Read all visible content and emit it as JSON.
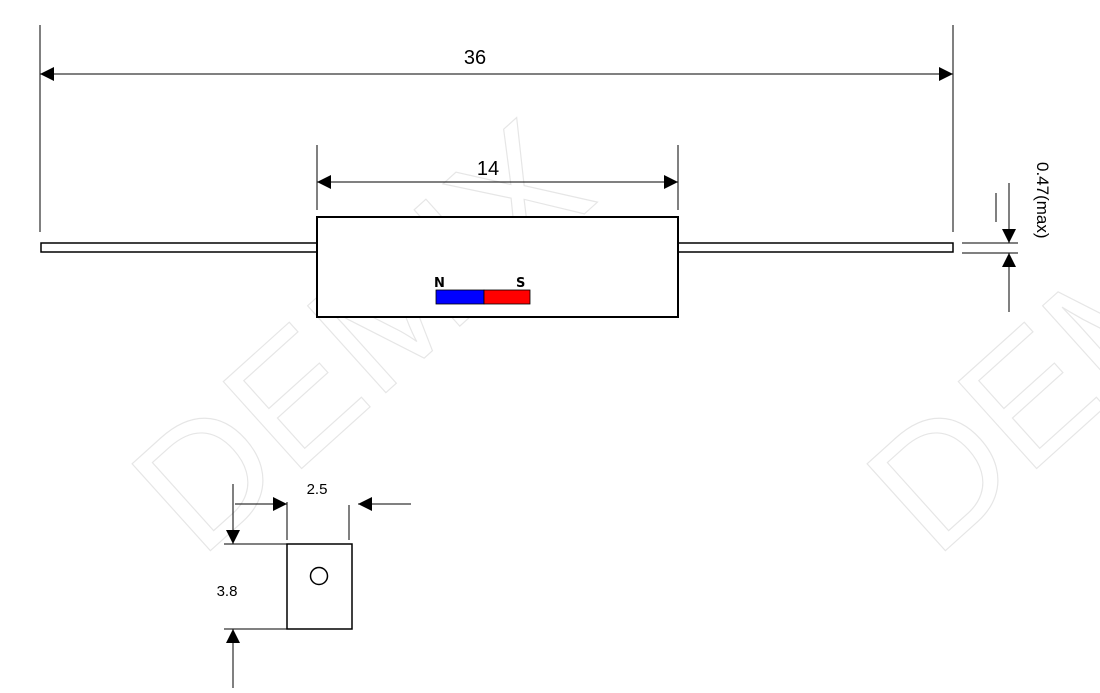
{
  "dimensions": {
    "overall_length": "36",
    "body_length": "14",
    "lead_diameter": "0.47(max)",
    "end_width": "2.5",
    "end_height": "3.8"
  },
  "magnet": {
    "north_label": "N",
    "south_label": "S",
    "north_color": "#0000ff",
    "south_color": "#ff0000"
  },
  "watermark": {
    "text": "DEMIX"
  }
}
